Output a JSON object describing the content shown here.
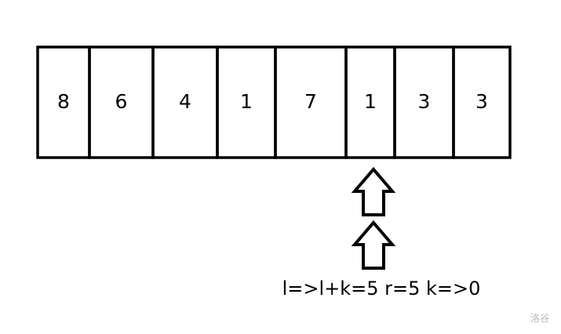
{
  "array": {
    "values": [
      "8",
      "6",
      "4",
      "1",
      "7",
      "1",
      "3",
      "3"
    ]
  },
  "pointer_count": 2,
  "caption": "l=>l+k=5 r=5 k=>0",
  "watermark": "洛谷",
  "colors": {
    "stroke": "#000000",
    "background": "#ffffff",
    "watermark": "#b5b5b5"
  }
}
